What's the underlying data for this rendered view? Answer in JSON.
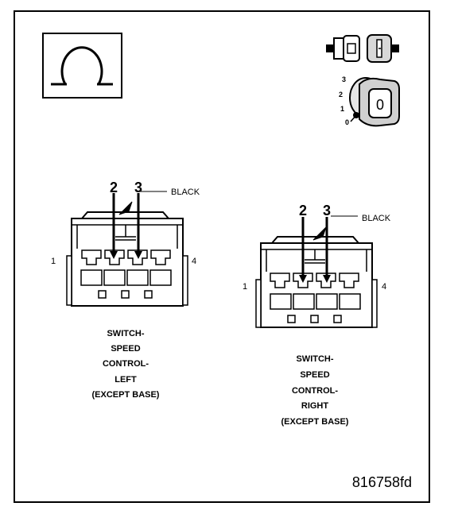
{
  "figure_id": "816758fd",
  "symbols": {
    "ohm_symbol": "Ω",
    "key_label": "0",
    "dial_marks": [
      "3",
      "2",
      "1",
      "0"
    ]
  },
  "left_connector": {
    "pins_marked": [
      "2",
      "3"
    ],
    "wire_color": "BLACK",
    "end_left": "1",
    "end_right": "4",
    "caption": [
      "SWITCH-",
      "SPEED",
      "CONTROL-",
      "LEFT",
      "(EXCEPT BASE)"
    ]
  },
  "right_connector": {
    "pins_marked": [
      "2",
      "3"
    ],
    "wire_color": "BLACK",
    "end_left": "1",
    "end_right": "4",
    "caption": [
      "SWITCH-",
      "SPEED",
      "CONTROL-",
      "RIGHT",
      "(EXCEPT BASE)"
    ]
  }
}
